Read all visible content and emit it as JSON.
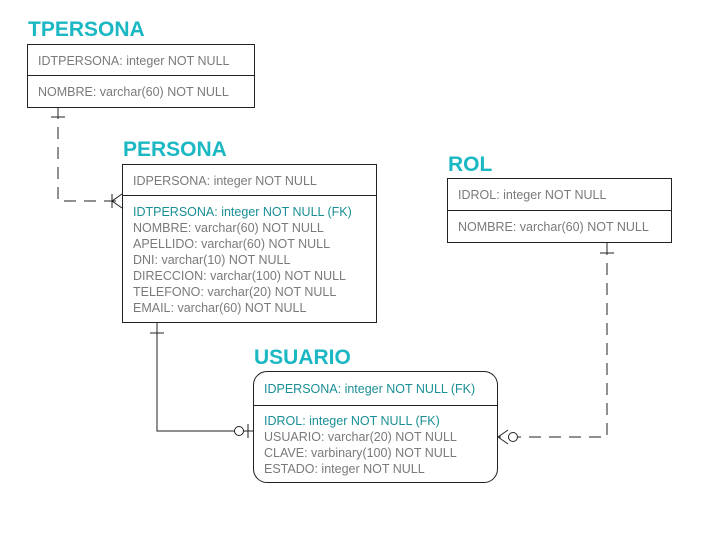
{
  "entities": {
    "tpersona": {
      "title": "TPERSONA",
      "pk": "IDTPERSONA: integer NOT NULL",
      "attrs": [
        "NOMBRE: varchar(60) NOT NULL"
      ]
    },
    "persona": {
      "title": "PERSONA",
      "pk": "IDPERSONA: integer NOT NULL",
      "attrs": [
        "IDTPERSONA: integer NOT NULL (FK)",
        "NOMBRE: varchar(60) NOT NULL",
        "APELLIDO: varchar(60) NOT NULL",
        "DNI: varchar(10) NOT NULL",
        "DIRECCION: varchar(100) NOT NULL",
        "TELEFONO: varchar(20) NOT NULL",
        "EMAIL: varchar(60) NOT NULL"
      ]
    },
    "rol": {
      "title": "ROL",
      "pk": "IDROL: integer NOT NULL",
      "attrs": [
        "NOMBRE: varchar(60) NOT NULL"
      ]
    },
    "usuario": {
      "title": "USUARIO",
      "pk": "IDPERSONA: integer NOT NULL (FK)",
      "attrs": [
        "IDROL: integer NOT NULL (FK)",
        "USUARIO: varchar(20) NOT NULL",
        "CLAVE: varbinary(100) NOT NULL",
        "ESTADO: integer NOT NULL"
      ]
    }
  },
  "relationships": [
    {
      "from": "TPERSONA",
      "to": "PERSONA",
      "style": "dashed",
      "parent_end": "one",
      "child_end": "one-or-many"
    },
    {
      "from": "PERSONA",
      "to": "USUARIO",
      "style": "solid",
      "parent_end": "one",
      "child_end": "zero-or-one"
    },
    {
      "from": "ROL",
      "to": "USUARIO",
      "style": "dashed",
      "parent_end": "one",
      "child_end": "zero-or-many"
    }
  ],
  "colors": {
    "title": "#1bb8c4",
    "foreign_key": "#1a8f96",
    "attribute": "#7a7a7a",
    "border": "#222222"
  }
}
